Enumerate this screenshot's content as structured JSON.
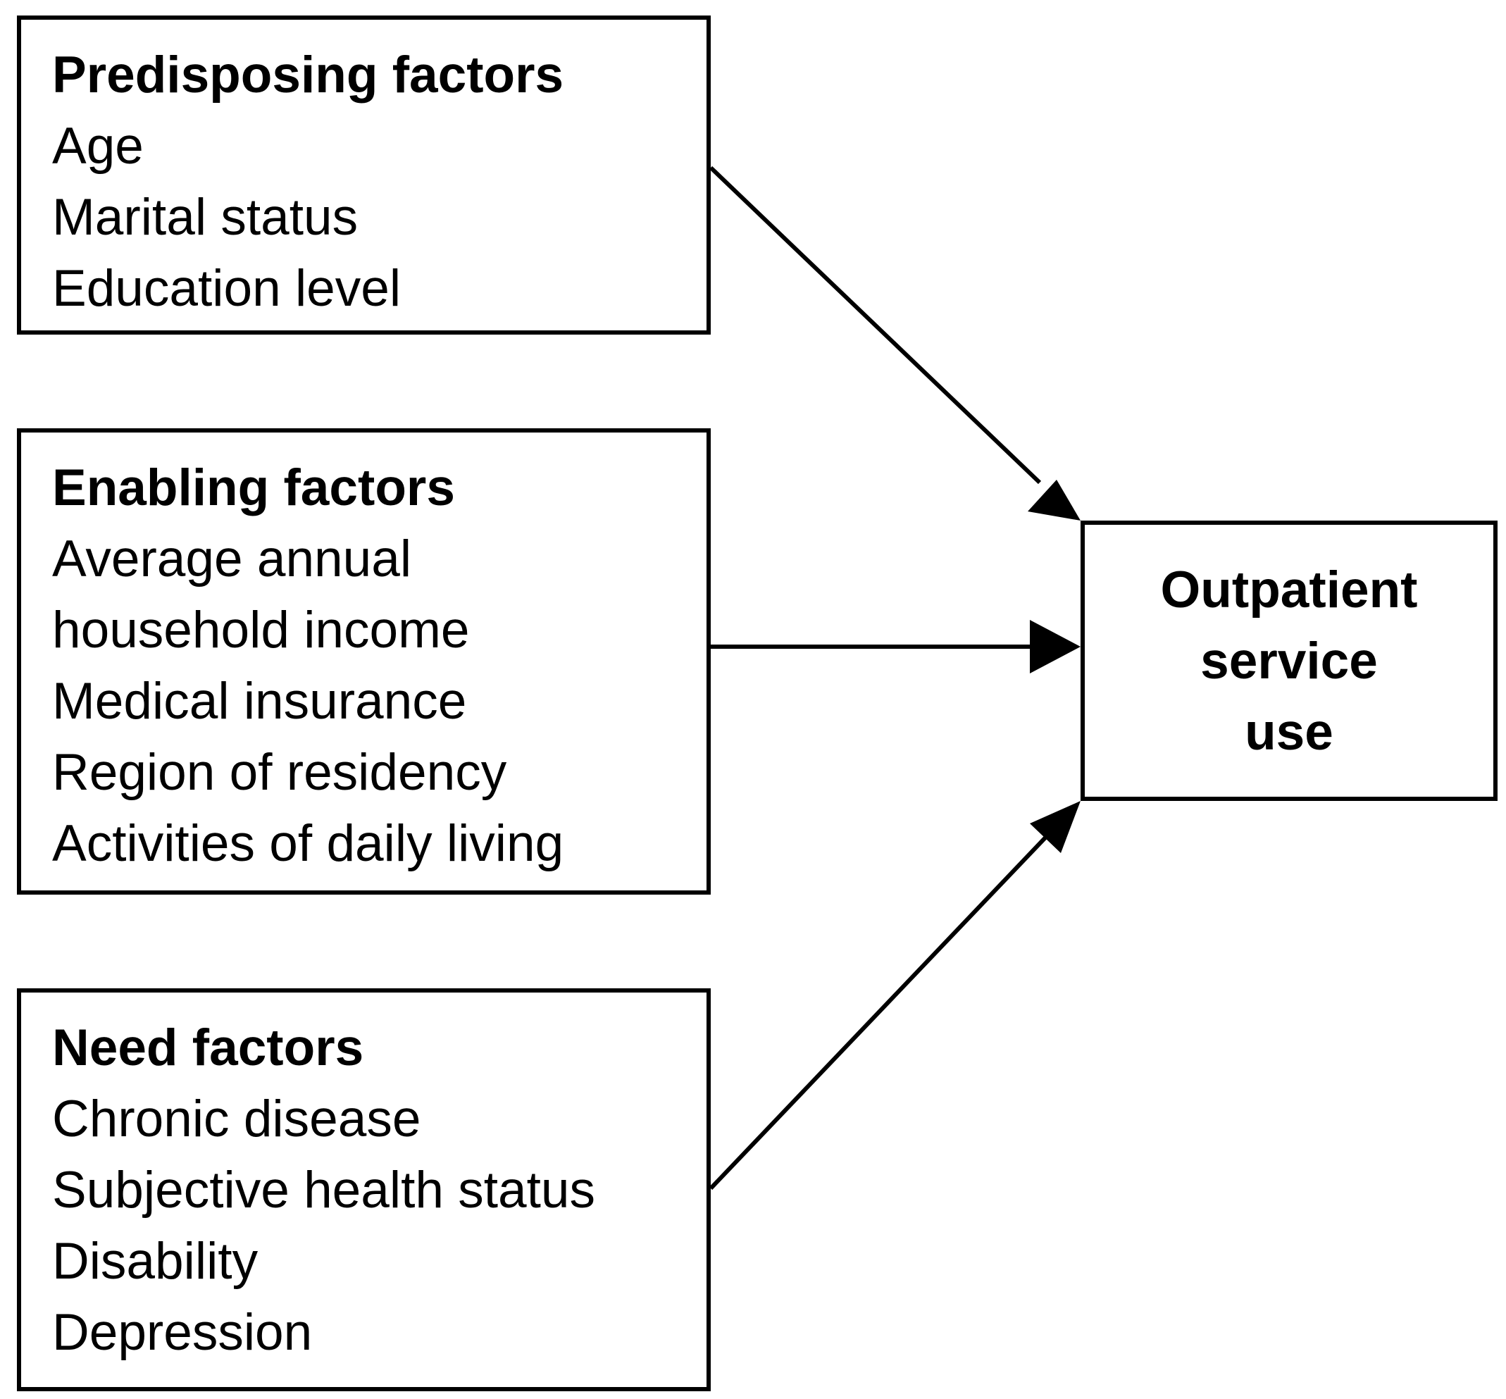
{
  "boxes": {
    "predisposing": {
      "title": "Predisposing factors",
      "items": [
        "Age",
        "Marital status",
        "Education level"
      ]
    },
    "enabling": {
      "title": "Enabling factors",
      "items": [
        "Average annual",
        "household income",
        "Medical insurance",
        "Region of residency",
        "Activities of daily living"
      ]
    },
    "need": {
      "title": "Need factors",
      "items": [
        "Chronic disease",
        "Subjective health status",
        "Disability",
        "Depression"
      ]
    },
    "outcome": {
      "lines": [
        "Outpatient",
        "service",
        "use"
      ]
    }
  },
  "colors": {
    "stroke": "#000000",
    "background": "#ffffff"
  }
}
